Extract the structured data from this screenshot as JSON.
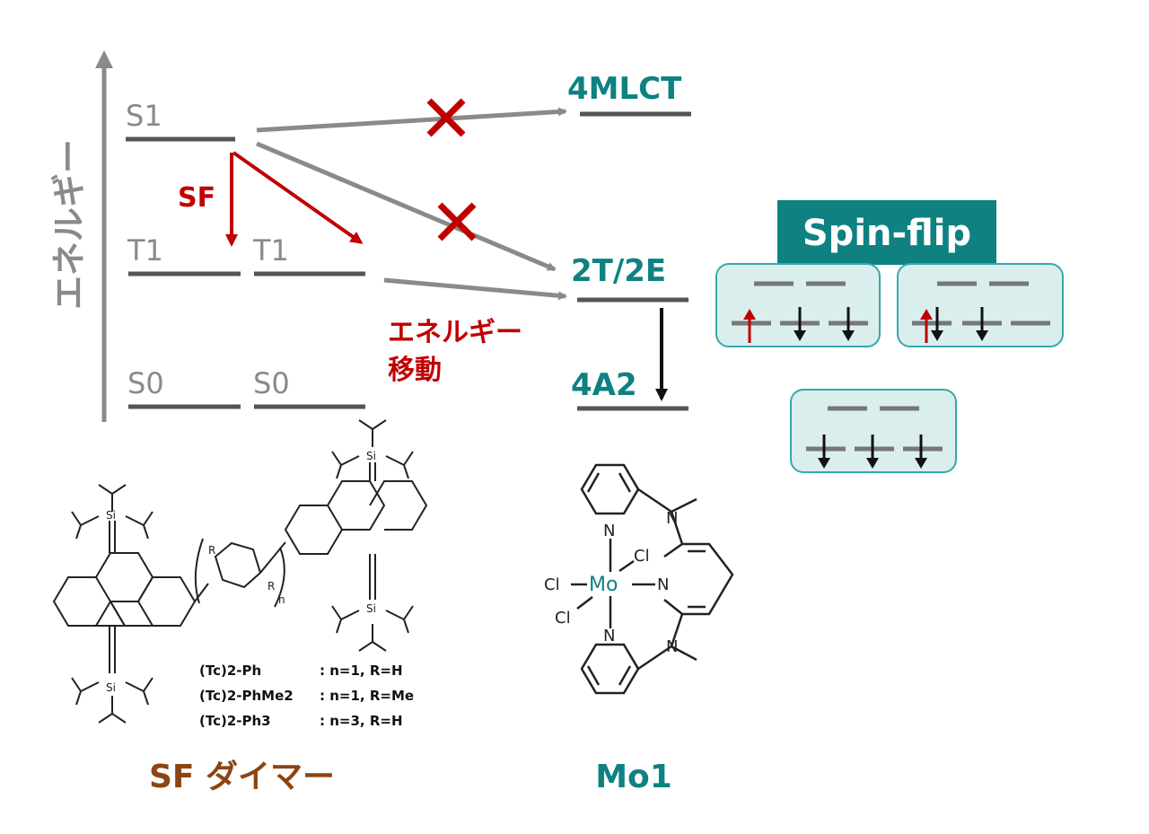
{
  "energy_axis_label": "エネルギー",
  "levels": {
    "s1": "S1",
    "t1_left": "T1",
    "t1_right": "T1",
    "s0_left": "S0",
    "s0_right": "S0",
    "mlct": "4MLCT",
    "doublet": "2T/2E",
    "a2": "4A2"
  },
  "labels": {
    "sf": "SF",
    "energy_transfer_line1": "エネルギー",
    "energy_transfer_line2": "移動",
    "spin_flip": "Spin-flip",
    "sf_dimer": "SF ダイマー",
    "mo1": "Mo1"
  },
  "dimer_table": [
    {
      "name": "(Tc)2-Ph",
      "spec": ": n=1, R=H"
    },
    {
      "name": "(Tc)2-PhMe2",
      "spec": ": n=1, R=Me"
    },
    {
      "name": "(Tc)2-Ph3",
      "spec": ": n=3, R=H"
    }
  ],
  "structure_labels": {
    "si": "Si",
    "r": "R",
    "n": "n",
    "n_atom": "N",
    "mo": "Mo",
    "cl": "Cl"
  },
  "colors": {
    "gray": "#8a8a8a",
    "red": "#c00000",
    "teal": "#0f8181",
    "brown": "#8b4513",
    "box_fill": "#daeeee",
    "box_border": "#3aa7a7"
  }
}
